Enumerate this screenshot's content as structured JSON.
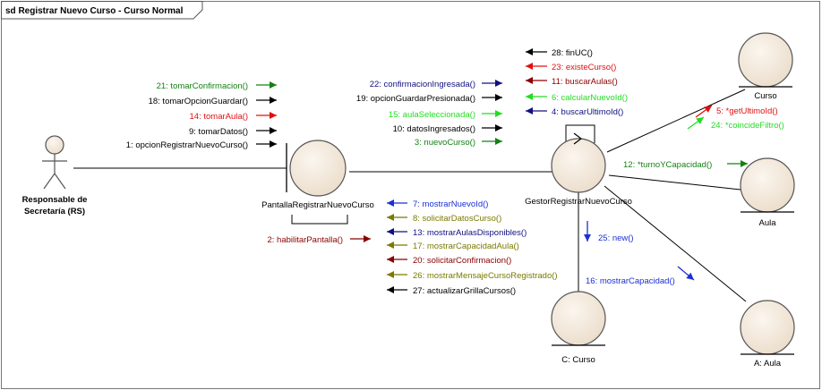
{
  "frame": {
    "title": "sd Registrar Nuevo Curso - Curso Normal"
  },
  "colors": {
    "black": "#000000",
    "green": "#138213",
    "red": "#e01010",
    "darkred": "#8b0000",
    "navy": "#101080",
    "blue": "#1a2fd6",
    "lime": "#22dd22",
    "olive": "#7a7a00",
    "entity_fill": "#f3e8dc"
  },
  "actor": {
    "label_line1": "Responsable de",
    "label_line2": "Secretaría (RS)"
  },
  "objects": {
    "boundary": "PantallaRegistrarNuevoCurso",
    "control": "GestorRegistrarNuevoCurso",
    "entity_curso": "Curso",
    "entity_aula": "Aula",
    "entity_c_curso": "C: Curso",
    "entity_a_aula": "A: Aula"
  },
  "messages": {
    "m21": "21: tomarConfirmacion()",
    "m18": "18: tomarOpcionGuardar()",
    "m14": "14: tomarAula()",
    "m9": "9: tomarDatos()",
    "m1": "1: opcionRegistrarNuevoCurso()",
    "m22": "22: confirmacionIngresada()",
    "m19": "19: opcionGuardarPresionada()",
    "m15": "15: aulaSeleccionada()",
    "m10": "10: datosIngresados()",
    "m3": "3: nuevoCurso()",
    "m2": "2: habilitarPantalla()",
    "m28": "28: finUC()",
    "m23": "23: existeCurso()",
    "m11": "11: buscarAulas()",
    "m6": "6: calcularNuevoId()",
    "m4": "4: buscarUltimoId()",
    "m5": "5: *getUltimoId()",
    "m24": "24: *coincideFiltro()",
    "m12": "12: *turnoYCapacidad()",
    "m7": "7: mostrarNuevoId()",
    "m8": "8: solicitarDatosCurso()",
    "m13": "13: mostrarAulasDisponibles()",
    "m17": "17: mostrarCapacidadAula()",
    "m20": "20: solicitarConfirmacion()",
    "m26": "26: mostrarMensajeCursoRegistrado()",
    "m27": "27: actualizarGrillaCursos()",
    "m25": "25: new()",
    "m16": "16: mostrarCapacidad()"
  }
}
